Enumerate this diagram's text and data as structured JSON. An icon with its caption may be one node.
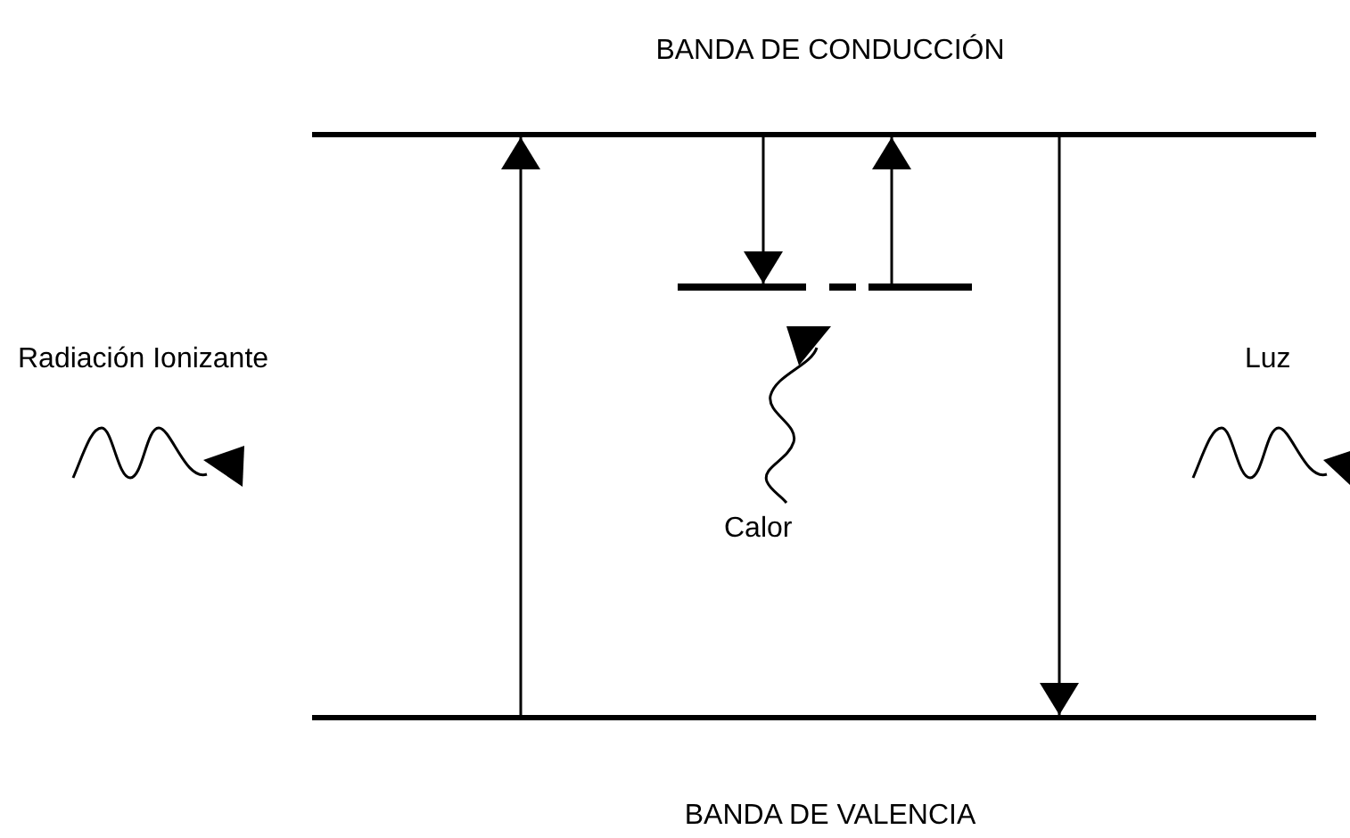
{
  "diagram": {
    "nodes": [
      {
        "text": [
          "BANDA DE CONDUCCIÓN"
        ]
      },
      {
        "text": [],
        "shape": "bar"
      },
      {
        "text": [
          "BANDA DE VALENCIA"
        ]
      }
    ],
    "edges": [
      {
        "from": 2,
        "to": 0,
        "arrow": "to"
      },
      {
        "from": 0,
        "to": 1,
        "arrow": "to"
      },
      {
        "from": 1,
        "to": 0,
        "arrow": "to"
      },
      {
        "from": 0,
        "to": 2,
        "arrow": "to"
      }
    ],
    "labels": [
      "Radiación Ionizante",
      "Calor",
      "Luz"
    ]
  }
}
